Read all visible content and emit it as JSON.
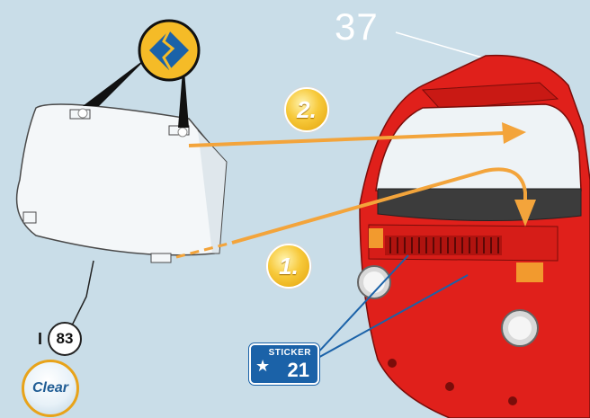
{
  "step": {
    "number": "37"
  },
  "badges": [
    {
      "label": "2."
    },
    {
      "label": "1."
    }
  ],
  "part": {
    "quantity": "I",
    "number": "83"
  },
  "clear_label": "Clear",
  "sticker": {
    "label": "STICKER",
    "number": "21"
  },
  "icons": [
    "glue-adhesive-icon",
    "star-icon"
  ],
  "colors": {
    "background": "#c9dde8",
    "bus_red": "#e0201b",
    "arrow_orange": "#f3a43b",
    "sticker_blue": "#1b62a8"
  }
}
